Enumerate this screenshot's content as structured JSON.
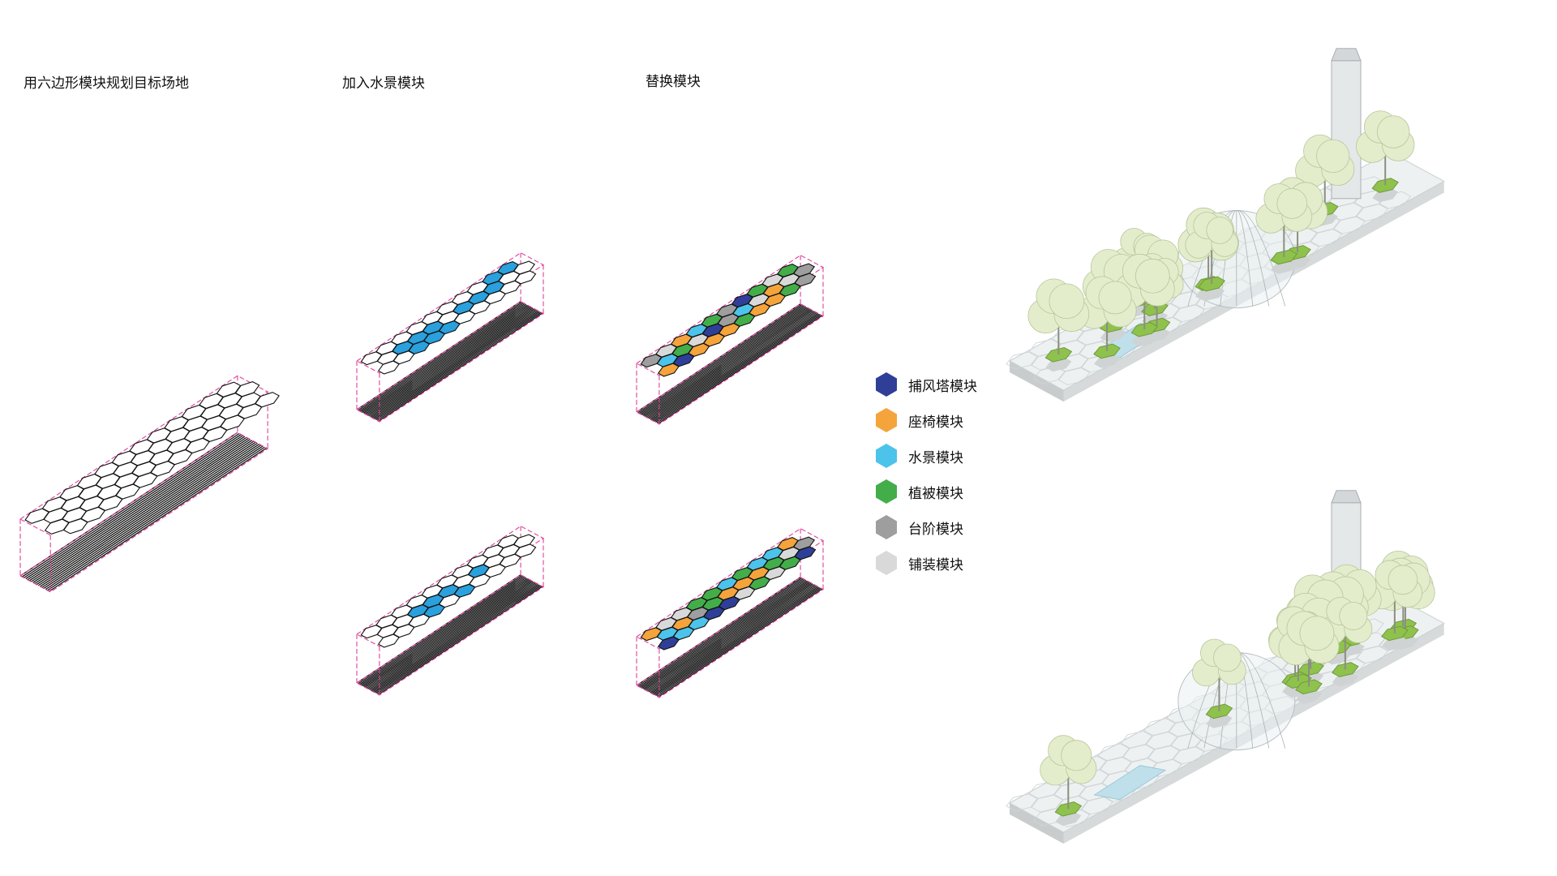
{
  "titles": {
    "step1": "用六边形模块规划目标场地",
    "step2": "加入水景模块",
    "step3": "替换模块"
  },
  "legend": [
    {
      "label": "捕风塔模块",
      "color": "#2f3f98"
    },
    {
      "label": "座椅模块",
      "color": "#f5a33b"
    },
    {
      "label": "水景模块",
      "color": "#4cc3ea"
    },
    {
      "label": "植被模块",
      "color": "#43ad4a"
    },
    {
      "label": "台阶模块",
      "color": "#9e9e9e"
    },
    {
      "label": "铺装模块",
      "color": "#d9d9d9"
    }
  ],
  "colors": {
    "outline": "#111111",
    "frame": "#e0409a",
    "tree_foliage": "#e3edcc",
    "planter_grass": "#8fc24d",
    "paving": "#eef1f2",
    "water": "#bfe0ea"
  }
}
